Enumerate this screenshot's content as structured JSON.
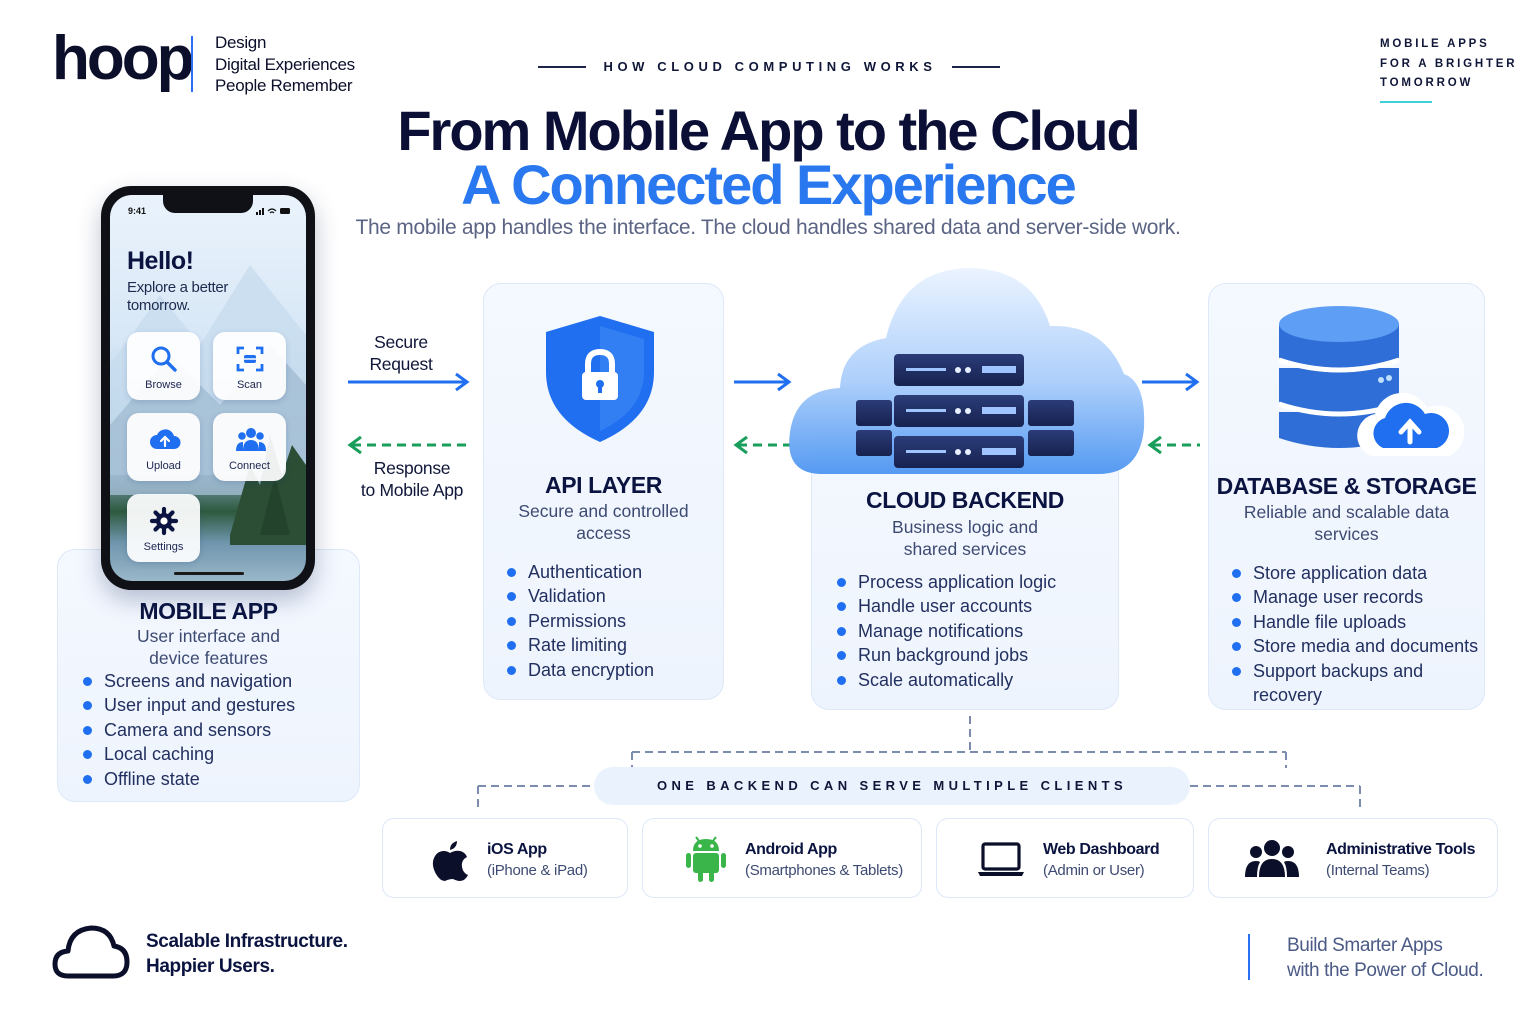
{
  "brand": {
    "logo": "hoop",
    "tagline_lines": [
      "Design",
      "Digital Experiences",
      "People Remember"
    ]
  },
  "kicker": "HOW CLOUD COMPUTING WORKS",
  "corner_tag_lines": [
    "MOBILE APPS",
    "FOR A BRIGHTER",
    "TOMORROW"
  ],
  "title_line1": "From Mobile App to the Cloud",
  "title_line2": "A Connected Experience",
  "subtitle": "The mobile app handles the interface. The cloud handles shared data and server-side work.",
  "phone": {
    "time": "9:41",
    "greeting": "Hello!",
    "tagline_lines": [
      "Explore a better",
      "tomorrow."
    ],
    "tiles": [
      "Browse",
      "Scan",
      "Upload",
      "Connect",
      "Settings"
    ]
  },
  "flow": {
    "request_lines": [
      "Secure",
      "Request"
    ],
    "response_lines": [
      "Response",
      "to Mobile App"
    ]
  },
  "mobile_app": {
    "title": "MOBILE APP",
    "subtitle_lines": [
      "User interface and",
      "device features"
    ],
    "bullets": [
      "Screens and navigation",
      "User input and gestures",
      "Camera and sensors",
      "Local caching",
      "Offline state"
    ]
  },
  "api_layer": {
    "title": "API LAYER",
    "subtitle_lines": [
      "Secure and controlled",
      "access"
    ],
    "bullets": [
      "Authentication",
      "Validation",
      "Permissions",
      "Rate limiting",
      "Data encryption"
    ]
  },
  "cloud_backend": {
    "title": "CLOUD BACKEND",
    "subtitle_lines": [
      "Business logic and",
      "shared services"
    ],
    "bullets": [
      "Process application logic",
      "Handle user accounts",
      "Manage notifications",
      "Run background jobs",
      "Scale automatically"
    ]
  },
  "database": {
    "title": "DATABASE & STORAGE",
    "subtitle_lines": [
      "Reliable and scalable data",
      "services"
    ],
    "bullets": [
      "Store application data",
      "Manage user records",
      "Handle file uploads",
      "Store media and documents",
      "Support backups and",
      "recovery"
    ]
  },
  "clients_banner": "ONE BACKEND CAN SERVE MULTIPLE CLIENTS",
  "clients": [
    {
      "name": "iOS App",
      "desc": "(iPhone & iPad)",
      "icon": "apple-icon"
    },
    {
      "name": "Android App",
      "desc": "(Smartphones & Tablets)",
      "icon": "android-icon"
    },
    {
      "name": "Web Dashboard",
      "desc": "(Admin or User)",
      "icon": "laptop-icon"
    },
    {
      "name": "Administrative Tools",
      "desc": "(Internal Teams)",
      "icon": "team-icon"
    }
  ],
  "footer_left_lines": [
    "Scalable Infrastructure.",
    "Happier Users."
  ],
  "footer_right_lines": [
    "Build Smarter Apps",
    "with the Power of Cloud."
  ],
  "colors": {
    "accent_blue": "#2a78f0",
    "navy": "#0b0f35",
    "response_green": "#1a9e5c",
    "card_bg": "#f1f6fe"
  }
}
